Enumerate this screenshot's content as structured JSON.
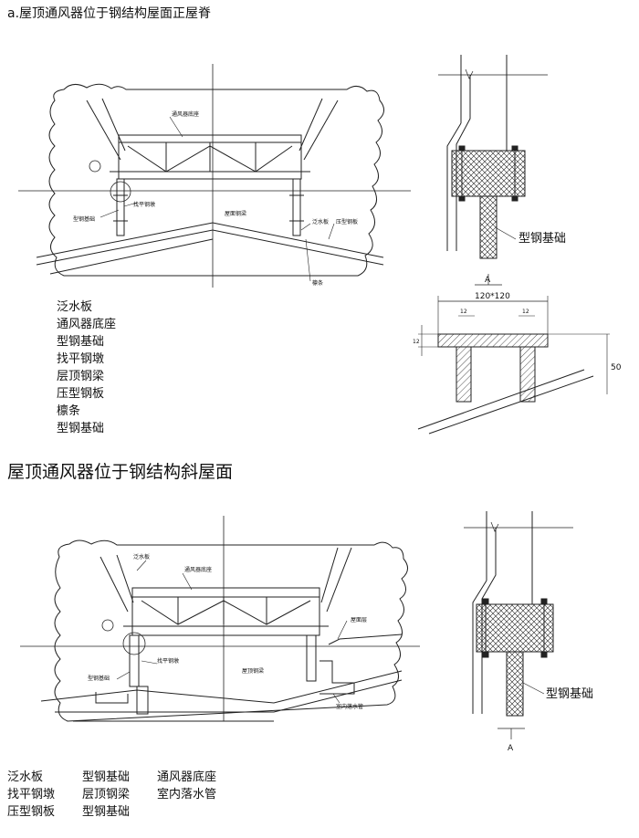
{
  "section_a": {
    "title": "a.屋顶通风器位于钢结构屋面正屋脊",
    "labels": {
      "base": "通风器底座",
      "steel_found": "型钢基础",
      "level_pier": "找平钢墩",
      "roof_beam": "屋面钢梁",
      "flashing": "泛水板",
      "profiled": "压型钢板",
      "purlin": "檩条",
      "detail_found": "型钢基础",
      "section_mark": "A",
      "dim_width": "120*120",
      "dim_12a": "12",
      "dim_12b": "12",
      "dim_12c": "12",
      "dim_50": "50"
    },
    "legend": [
      "泛水板",
      "通风器底座",
      "型钢基础",
      "找平钢墩",
      "层顶钢梁",
      "压型钢板",
      "檩条",
      "型钢基础"
    ]
  },
  "section_b": {
    "title": "屋顶通风器位于钢结构斜屋面",
    "labels": {
      "flashing": "泛水板",
      "base": "通风器底座",
      "roof_layer": "屋面层",
      "steel_found": "型钢基础",
      "level_pier": "找平钢墩",
      "roof_beam": "屋顶钢梁",
      "drain": "室内落水管",
      "detail_found": "型钢基础",
      "section_mark": "A"
    },
    "legend_cols": [
      [
        "泛水板",
        "找平钢墩",
        "压型钢板"
      ],
      [
        "型钢基础",
        "层顶钢梁",
        "型钢基础"
      ],
      [
        "通风器底座",
        "室内落水管"
      ]
    ]
  }
}
